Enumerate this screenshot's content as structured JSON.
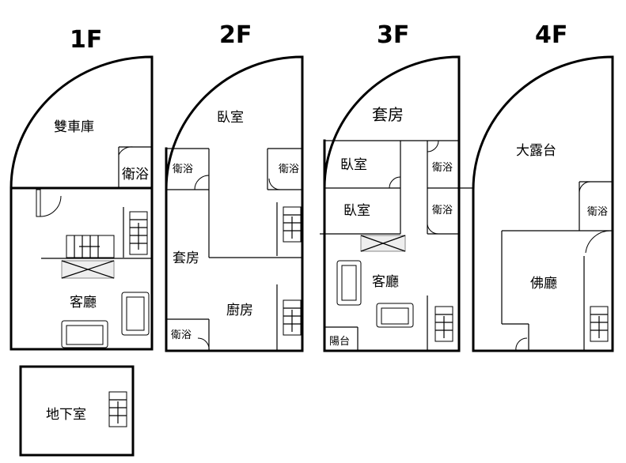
{
  "floors": {
    "f1": {
      "label": "1F",
      "rooms": {
        "garage": "雙車庫",
        "bath": "衛浴",
        "living": "客廳"
      }
    },
    "f2": {
      "label": "2F",
      "rooms": {
        "bedroom": "臥室",
        "bath_left": "衛浴",
        "bath_right": "衛浴",
        "suite": "套房",
        "kitchen": "廚房",
        "bath_bottom": "衛浴"
      }
    },
    "f3": {
      "label": "3F",
      "rooms": {
        "suite": "套房",
        "bedroom_top": "臥室",
        "bath_top": "衛浴",
        "bedroom_mid": "臥室",
        "bath_mid": "衛浴",
        "living": "客廳",
        "balcony": "陽台"
      }
    },
    "f4": {
      "label": "4F",
      "rooms": {
        "terrace": "大露台",
        "bath": "衛浴",
        "shrine": "佛廳"
      }
    },
    "basement": {
      "label": "地下室"
    }
  }
}
